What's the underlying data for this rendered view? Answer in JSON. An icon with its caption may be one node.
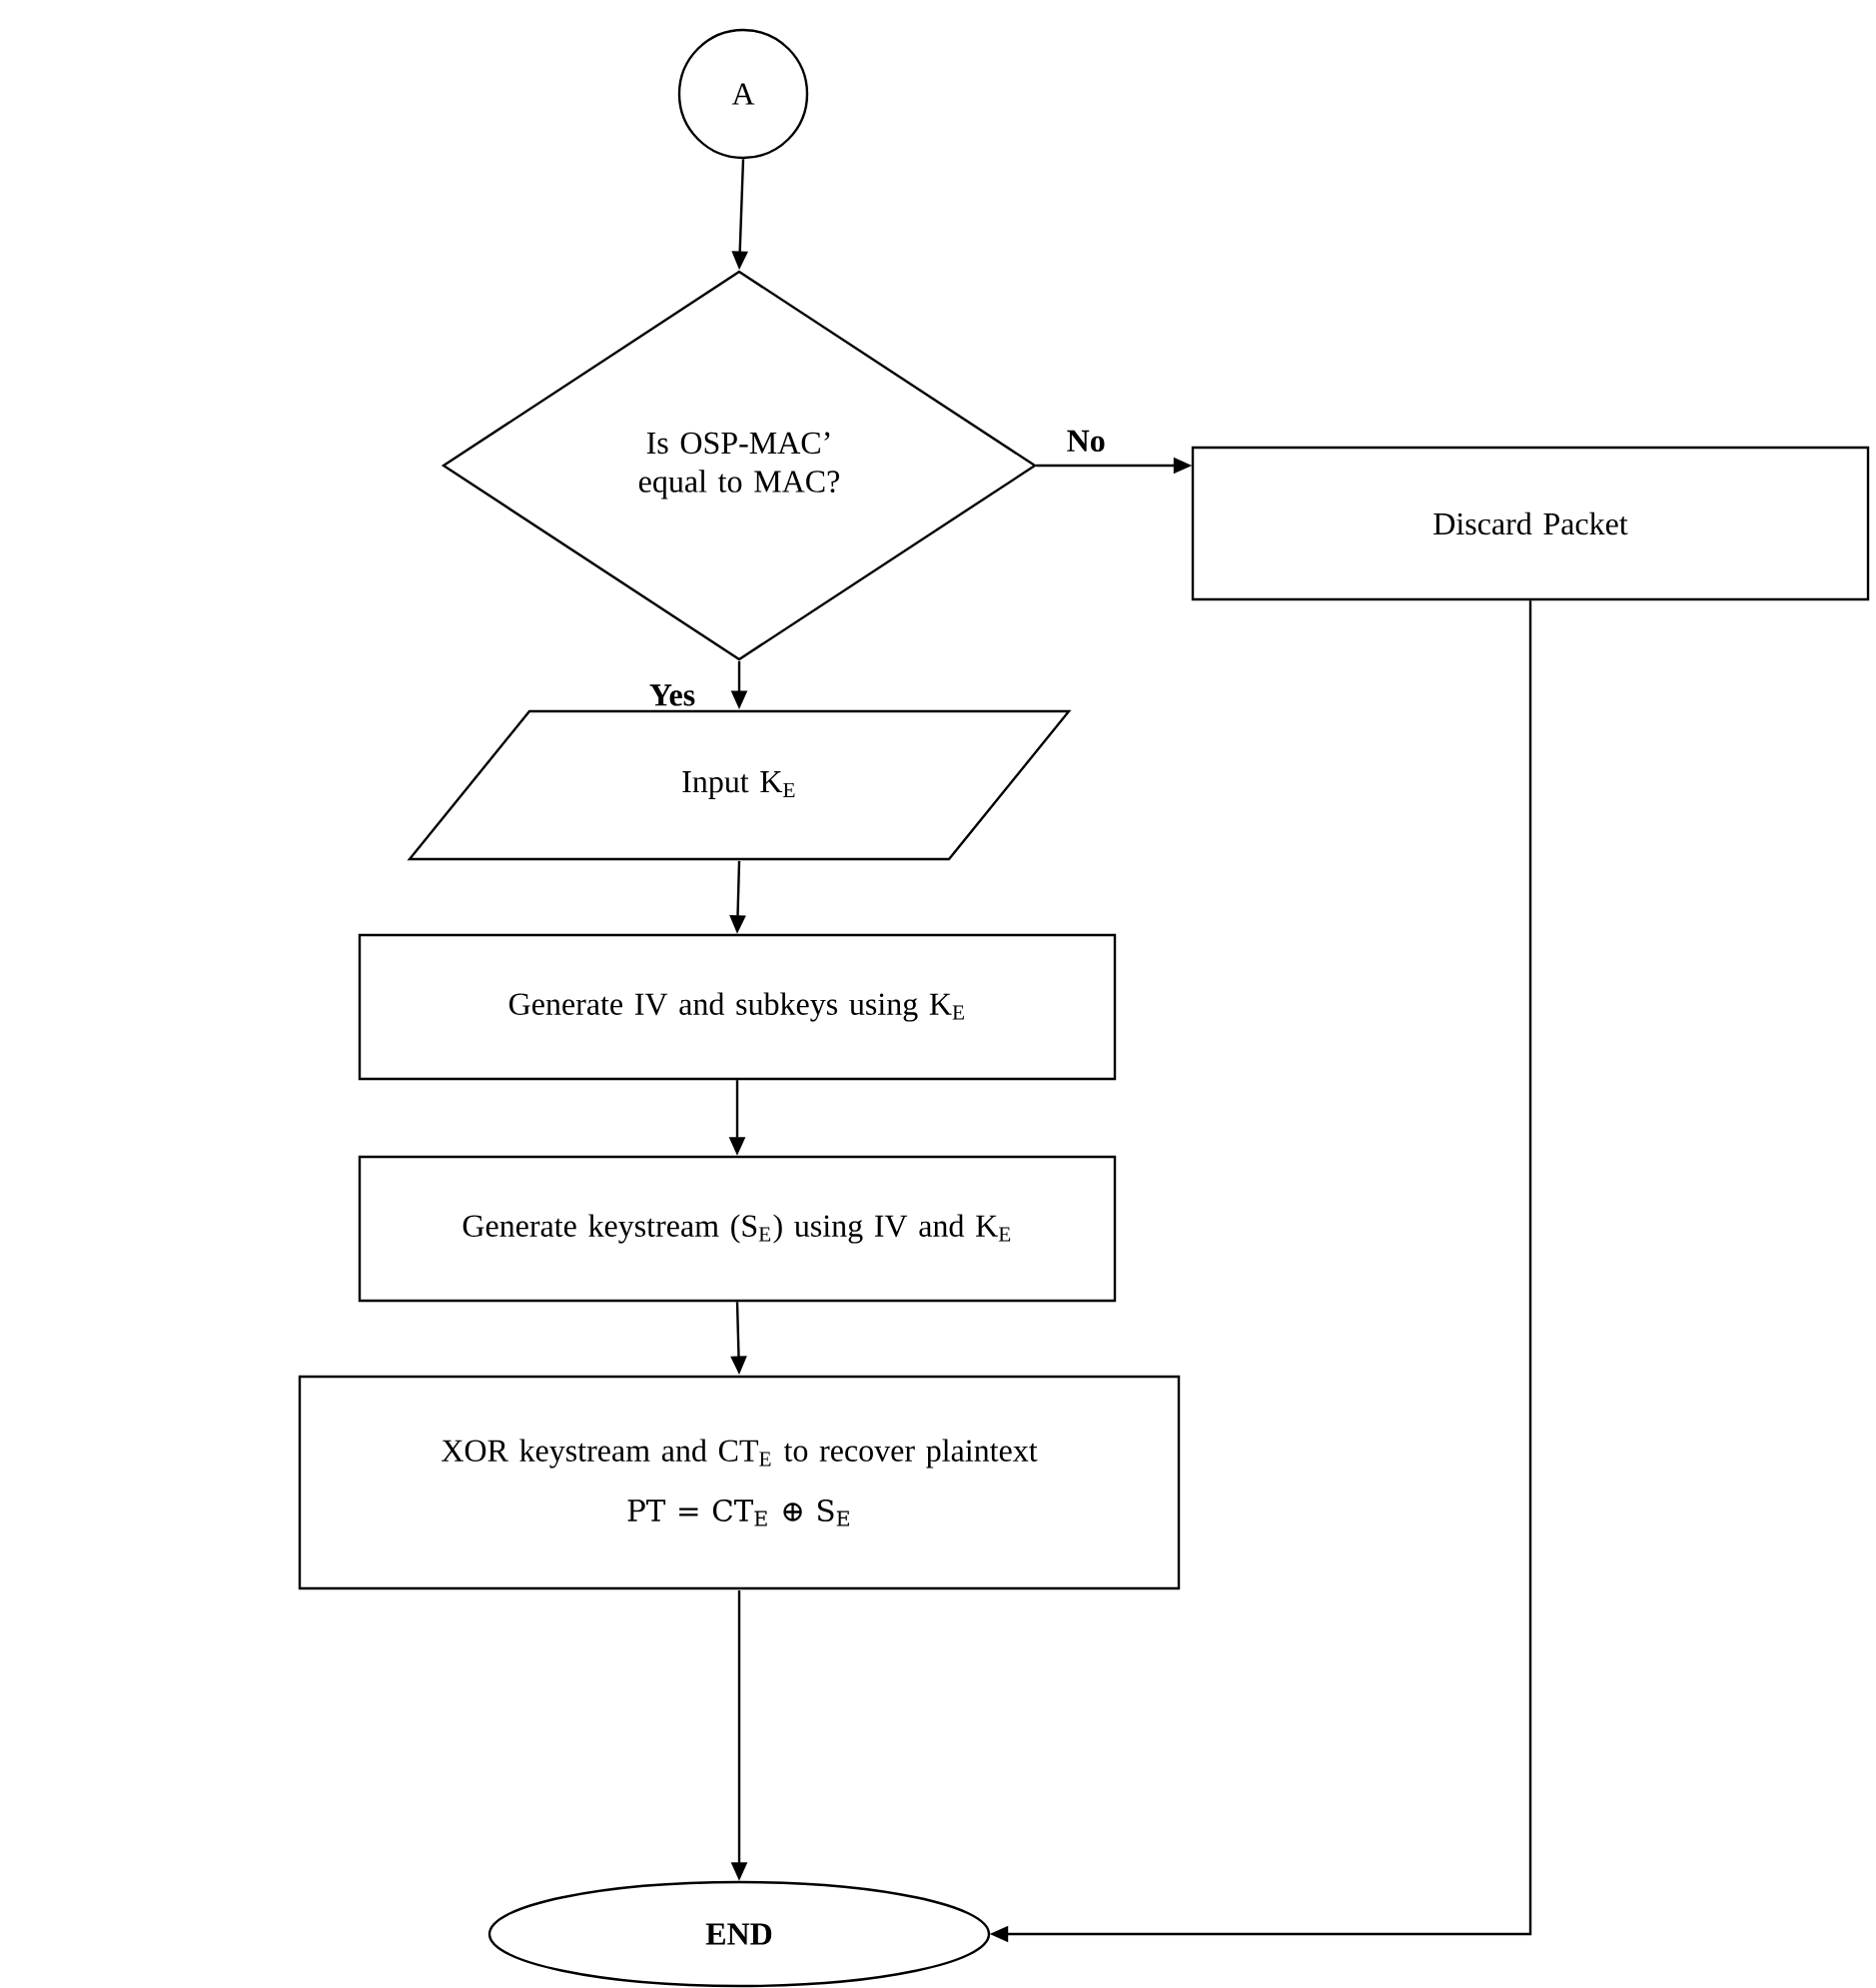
{
  "diagram": {
    "nodes": [
      {
        "text": [
          "A"
        ]
      },
      {
        "text": [
          "Is OSP-MAC’ equal to MAC?"
        ]
      },
      {
        "text": [
          "Discard Packet"
        ]
      },
      {
        "text": [
          "Input K$_{E}$"
        ]
      },
      {
        "text": [
          "Generate IV and subkeys using K$_{E}$"
        ]
      },
      {
        "text": [
          "Generate keystream (S$_{E}$) using IV and K$_{E}$"
        ]
      },
      {
        "text": [
          "XOR keystream and CT$_{E}$ to recover plaintext",
          "PT = CT$_{E}$ ⊕ S$_{E}$"
        ]
      },
      {
        "text": [
          "END"
        ]
      }
    ],
    "edges": [
      {
        "from": 0,
        "to": 1,
        "arrow": "to"
      },
      {
        "from": 1,
        "to": 2,
        "arrow": "to",
        "label": "No"
      },
      {
        "from": 1,
        "to": 3,
        "arrow": "to",
        "label": "Yes"
      },
      {
        "from": 3,
        "to": 4,
        "arrow": "to"
      },
      {
        "from": 4,
        "to": 5,
        "arrow": "to"
      },
      {
        "from": 5,
        "to": 6,
        "arrow": "to"
      },
      {
        "from": 6,
        "to": 7,
        "arrow": "to"
      },
      {
        "from": 2,
        "to": 7,
        "arrow": "to"
      }
    ]
  }
}
